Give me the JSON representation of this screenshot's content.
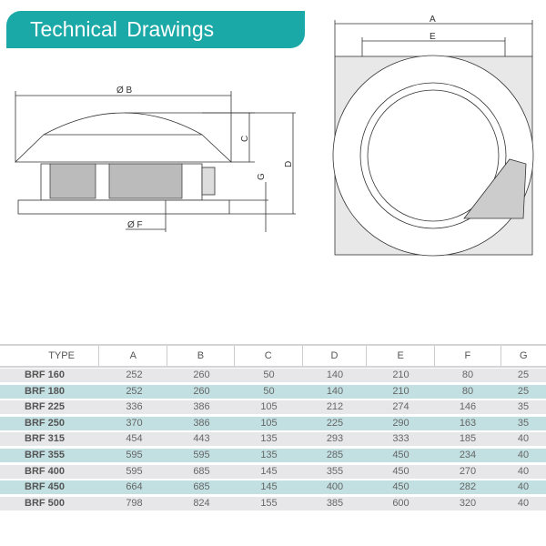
{
  "title": "Technical Drawings",
  "labels": {
    "b": "Ø B",
    "c": "C",
    "d": "D",
    "g": "G",
    "f": "Ø F",
    "a": "A",
    "e": "E"
  },
  "table": {
    "headers": [
      "TYPE",
      "A",
      "B",
      "C",
      "D",
      "E",
      "F",
      "G"
    ],
    "rows": [
      [
        "BRF 160",
        "252",
        "260",
        "50",
        "140",
        "210",
        "80",
        "25"
      ],
      [
        "BRF 180",
        "252",
        "260",
        "50",
        "140",
        "210",
        "80",
        "25"
      ],
      [
        "BRF 225",
        "336",
        "386",
        "105",
        "212",
        "274",
        "146",
        "35"
      ],
      [
        "BRF 250",
        "370",
        "386",
        "105",
        "225",
        "290",
        "163",
        "35"
      ],
      [
        "BRF 315",
        "454",
        "443",
        "135",
        "293",
        "333",
        "185",
        "40"
      ],
      [
        "BRF 355",
        "595",
        "595",
        "135",
        "285",
        "450",
        "234",
        "40"
      ],
      [
        "BRF 400",
        "595",
        "685",
        "145",
        "355",
        "450",
        "270",
        "40"
      ],
      [
        "BRF 450",
        "664",
        "685",
        "145",
        "400",
        "450",
        "282",
        "40"
      ],
      [
        "BRF 500",
        "798",
        "824",
        "155",
        "385",
        "600",
        "320",
        "40"
      ]
    ]
  }
}
